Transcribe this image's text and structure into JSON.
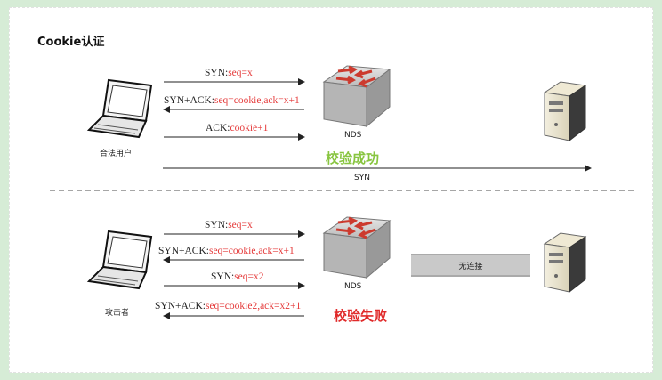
{
  "title": "Cookie认证",
  "top": {
    "msg1": {
      "black": "SYN:",
      "red": "seq=x"
    },
    "msg2": {
      "black": "SYN+ACK:",
      "red": "seq=cookie,ack=x+1"
    },
    "msg3": {
      "black": "ACK:",
      "red": "cookie+1"
    },
    "client_label": "合法用户",
    "nds_label": "NDS",
    "result": "校验成功",
    "syn_label": "SYN"
  },
  "bottom": {
    "msg1": {
      "black": "SYN:",
      "red": "seq=x"
    },
    "msg2": {
      "black": "SYN+ACK:",
      "red": "seq=cookie,ack=x+1"
    },
    "msg3": {
      "black": "SYN:",
      "red": "seq=x2"
    },
    "msg4": {
      "black": "SYN+ACK:",
      "red": "seq=cookie2,ack=x2+1"
    },
    "client_label": "攻击者",
    "nds_label": "NDS",
    "result": "校验失败",
    "no_connection": "无连接"
  },
  "colors": {
    "ok": "#88c540",
    "fail": "#e02a2a",
    "param_red": "#e53b3b",
    "router_red": "#cc3a2e"
  },
  "icons": [
    "laptop-icon",
    "router-icon",
    "server-icon"
  ]
}
